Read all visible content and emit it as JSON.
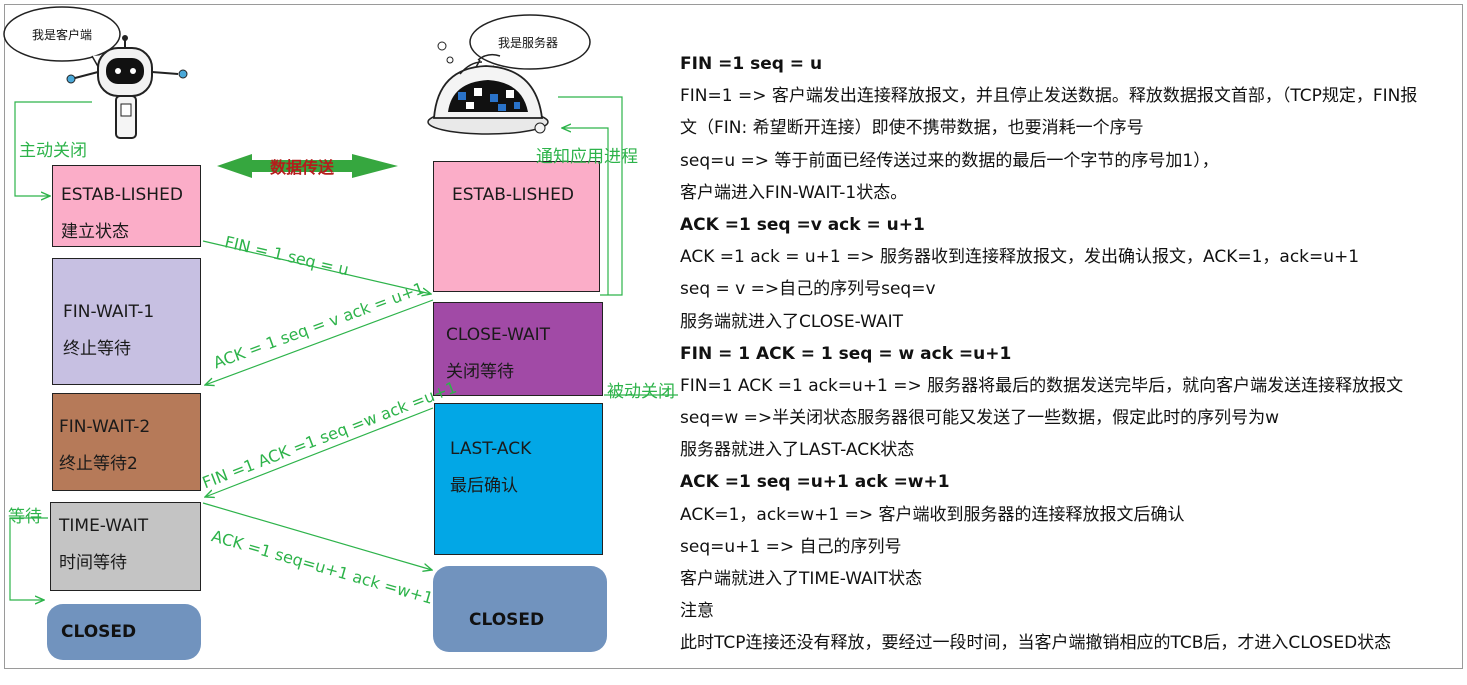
{
  "colors": {
    "established": "#fbadc8",
    "fin_wait_1": "#c7c0e2",
    "fin_wait_2": "#b67a59",
    "time_wait": "#c4c4c4",
    "close_wait": "#a14aa6",
    "last_ack": "#02a7e6",
    "closed": "#7193be",
    "arrow_green": "#2db34a",
    "transfer_arrow": "#36a73f",
    "transfer_text": "#b51c1c"
  },
  "client": {
    "bubble": "我是客户端",
    "states": {
      "established": {
        "name": "ESTAB-LISHED",
        "desc": "建立状态"
      },
      "fin_wait_1": {
        "name": "FIN-WAIT-1",
        "desc": "终止等待"
      },
      "fin_wait_2": {
        "name": "FIN-WAIT-2",
        "desc": "终止等待2"
      },
      "time_wait": {
        "name": "TIME-WAIT",
        "desc": "时间等待"
      },
      "closed": {
        "name": "CLOSED"
      }
    },
    "active_close_label": "主动关闭",
    "wait_label": "等待"
  },
  "server": {
    "bubble": "我是服务器",
    "states": {
      "established": {
        "name": "ESTAB-LISHED"
      },
      "close_wait": {
        "name": "CLOSE-WAIT",
        "desc": "关闭等待"
      },
      "last_ack": {
        "name": "LAST-ACK",
        "desc": "最后确认"
      },
      "closed": {
        "name": "CLOSED"
      }
    },
    "notify_label": "通知应用进程",
    "passive_close_label": "被动关闭"
  },
  "data_transfer_label": "数据传送",
  "messages": {
    "m1": "FIN = 1 seq = u",
    "m2": "ACK = 1 seq = v ack = u+1",
    "m3": "FIN =1 ACK =1 seq =w ack =u+1",
    "m4": "ACK =1 seq=u+1 ack =w+1"
  },
  "explanation": [
    {
      "text": "FIN =1 seq = u",
      "bold": true
    },
    {
      "text": "FIN=1 => 客户端发出连接释放报文，并且停止发送数据。释放数据报文首部，（TCP规定，FIN报",
      "bold": false
    },
    {
      "text": "文（FIN: 希望断开连接）即使不携带数据，也要消耗一个序号",
      "bold": false
    },
    {
      "text": "seq=u => 等于前面已经传送过来的数据的最后一个字节的序号加1），",
      "bold": false
    },
    {
      "text": "客户端进入FIN-WAIT-1状态。",
      "bold": false
    },
    {
      "text": "ACK =1 seq =v ack = u+1",
      "bold": true
    },
    {
      "text": "ACK =1 ack = u+1 => 服务器收到连接释放报文，发出确认报文，ACK=1，ack=u+1",
      "bold": false
    },
    {
      "text": "seq = v =>自己的序列号seq=v",
      "bold": false
    },
    {
      "text": "服务端就进入了CLOSE-WAIT",
      "bold": false
    },
    {
      "text": "FIN = 1 ACK = 1 seq = w ack =u+1",
      "bold": true
    },
    {
      "text": "FIN=1 ACK =1 ack=u+1 => 服务器将最后的数据发送完毕后，就向客户端发送连接释放报文",
      "bold": false
    },
    {
      "text": "seq=w =>半关闭状态服务器很可能又发送了一些数据，假定此时的序列号为w",
      "bold": false
    },
    {
      "text": "服务器就进入了LAST-ACK状态",
      "bold": false
    },
    {
      "text": "ACK =1 seq =u+1 ack =w+1",
      "bold": true
    },
    {
      "text": "ACK=1，ack=w+1 => 客户端收到服务器的连接释放报文后确认",
      "bold": false
    },
    {
      "text": "seq=u+1 => 自己的序列号",
      "bold": false
    },
    {
      "text": "客户端就进入了TIME-WAIT状态",
      "bold": false
    },
    {
      "text": "注意",
      "bold": false
    },
    {
      "text": "此时TCP连接还没有释放，要经过一段时间，当客户端撤销相应的TCB后，才进入CLOSED状态",
      "bold": false
    }
  ]
}
